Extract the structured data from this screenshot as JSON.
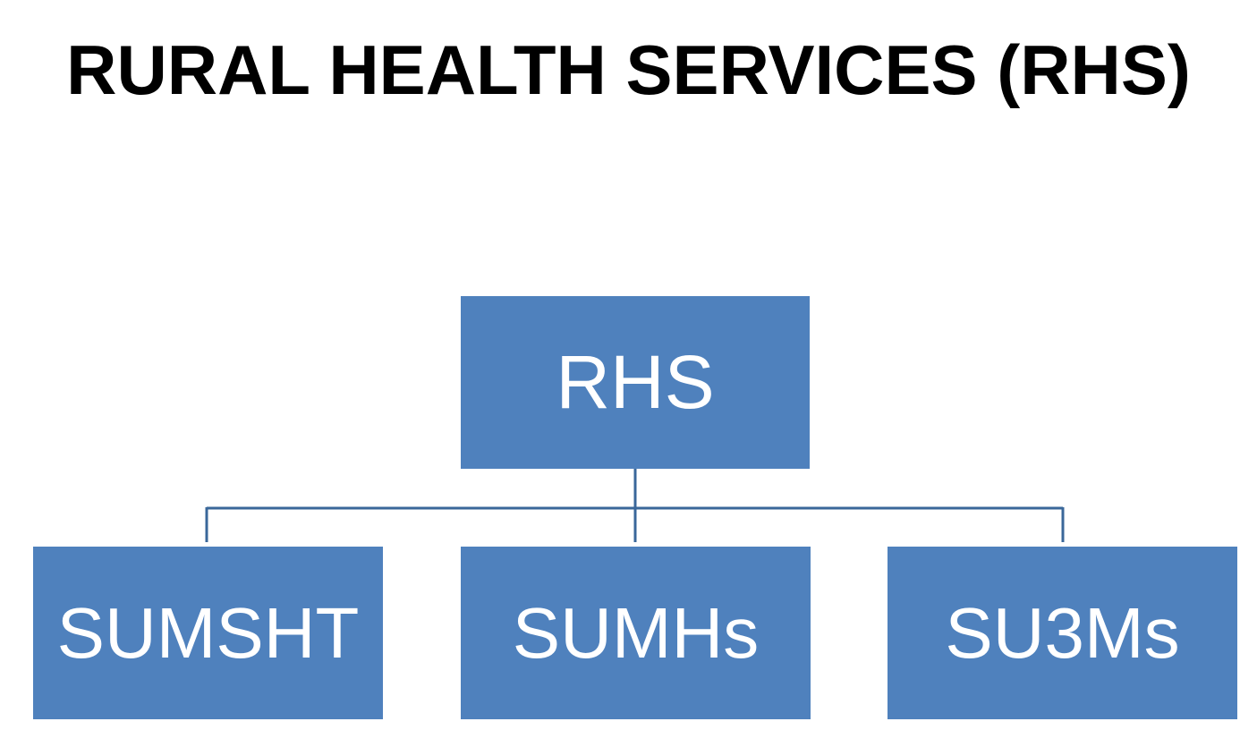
{
  "title": "RURAL HEALTH SERVICES (RHS)",
  "colors": {
    "node_fill": "#4f81bd",
    "node_text": "#ffffff",
    "connector": "#3a679a",
    "title_text": "#000000"
  },
  "org_chart": {
    "root": {
      "label": "RHS"
    },
    "children": [
      {
        "label": "SUMSHT"
      },
      {
        "label": "SUMHs"
      },
      {
        "label": "SU3Ms"
      }
    ]
  }
}
